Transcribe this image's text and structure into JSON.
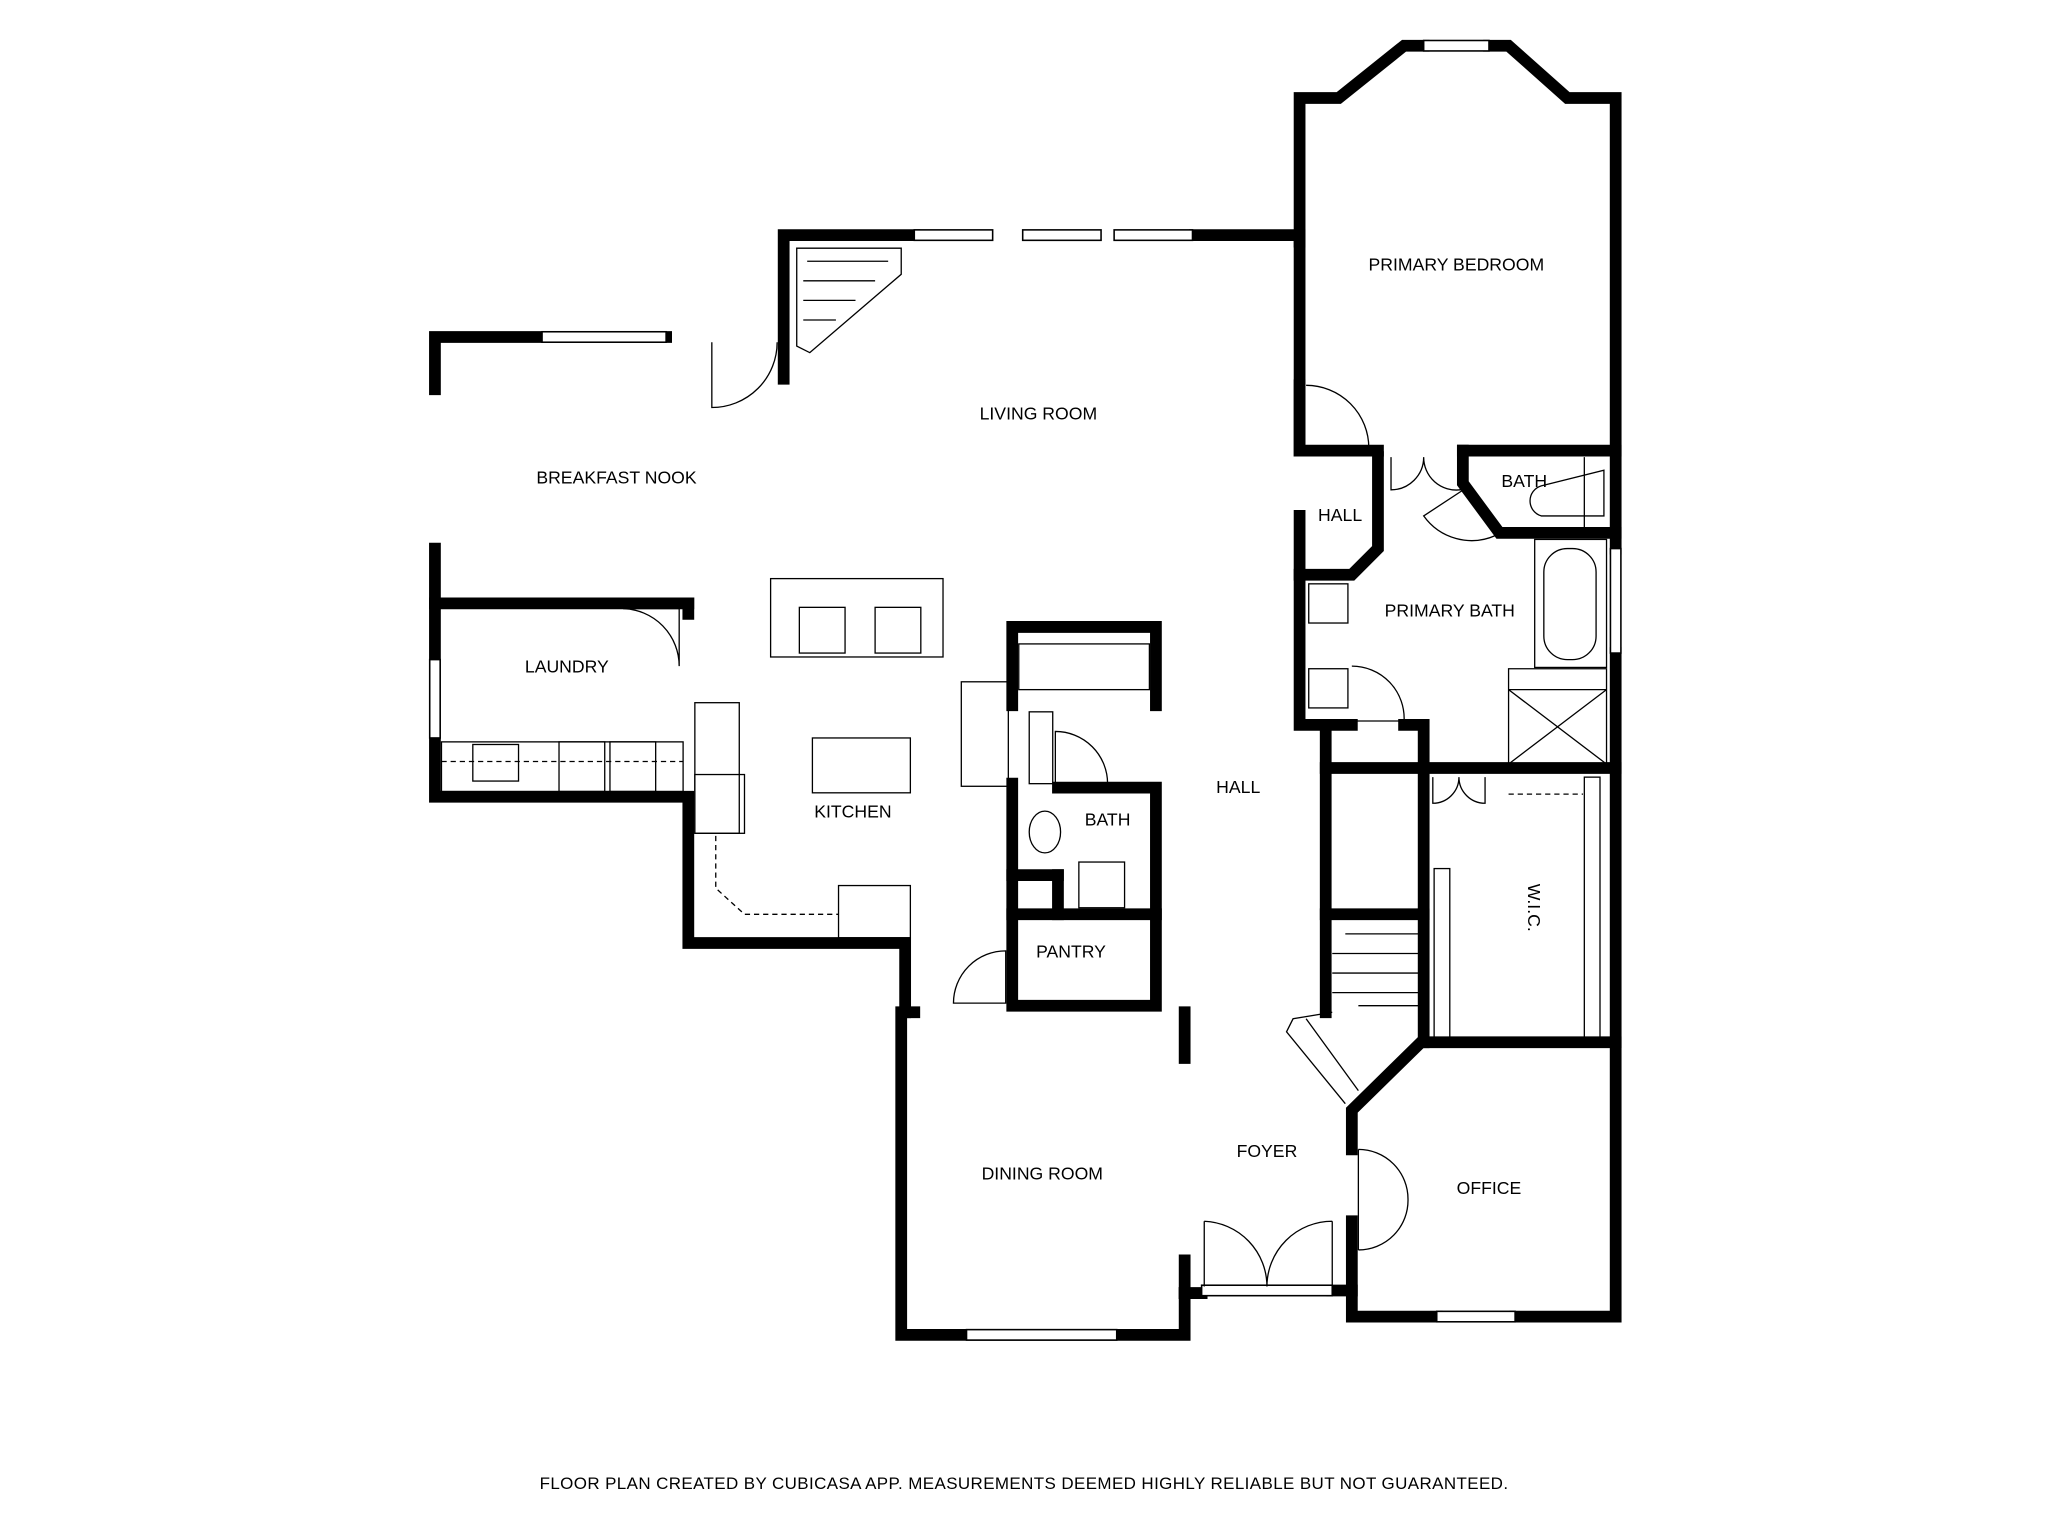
{
  "rooms": {
    "primary_bedroom": "PRIMARY BEDROOM",
    "living_room": "LIVING ROOM",
    "breakfast_nook": "BREAKFAST NOOK",
    "laundry": "LAUNDRY",
    "kitchen": "KITCHEN",
    "bath_half": "BATH",
    "pantry": "PANTRY",
    "hall_main": "HALL",
    "hall_small": "HALL",
    "bath_primary_wc": "BATH",
    "primary_bath": "PRIMARY BATH",
    "wic": "W.I.C.",
    "foyer": "FOYER",
    "dining_room": "DINING ROOM",
    "office": "OFFICE"
  },
  "footer": "FLOOR PLAN CREATED BY CUBICASA APP. MEASUREMENTS DEEMED HIGHLY RELIABLE BUT NOT GUARANTEED."
}
